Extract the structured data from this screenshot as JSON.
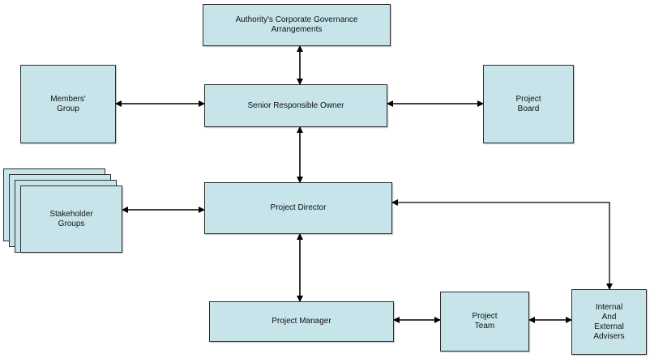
{
  "boxes": {
    "governance": "Authority's Corporate Governance\nArrangements",
    "members": "Members'\nGroup",
    "sro": "Senior Responsible Owner",
    "board": "Project\nBoard",
    "stakeholders": "Stakeholder\nGroups",
    "director": "Project Director",
    "manager": "Project Manager",
    "team": "Project\nTeam",
    "advisers": "Internal\nAnd\nExternal\nAdvisers"
  },
  "colors": {
    "box_fill": "#c6e4ea",
    "box_border": "#2f2f2f",
    "connector": "#000000"
  }
}
